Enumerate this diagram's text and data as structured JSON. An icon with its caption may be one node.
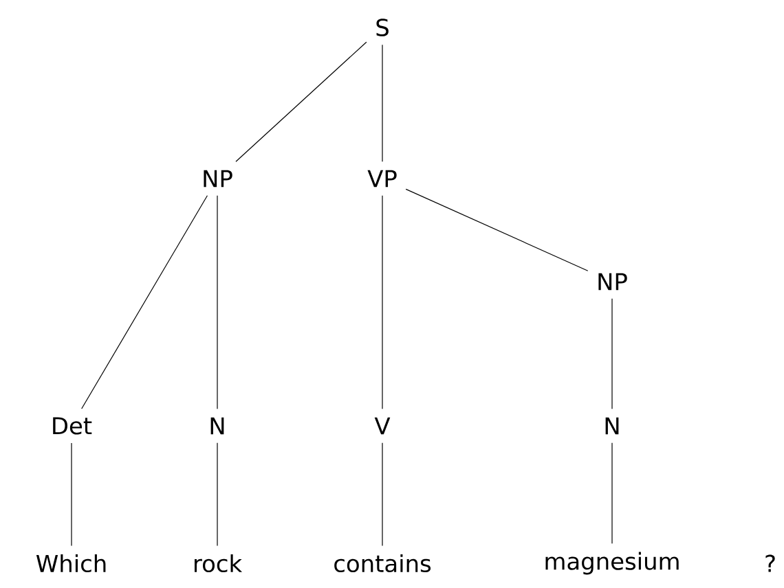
{
  "diagram": {
    "nodes": [
      {
        "text": [
          "S"
        ]
      },
      {
        "text": [
          "NP"
        ]
      },
      {
        "text": [
          "VP"
        ]
      },
      {
        "text": [
          "NP"
        ]
      },
      {
        "text": [
          "Det"
        ]
      },
      {
        "text": [
          "N"
        ]
      },
      {
        "text": [
          "V"
        ]
      },
      {
        "text": [
          "N"
        ]
      },
      {
        "text": [
          "Which"
        ]
      },
      {
        "text": [
          "rock"
        ]
      },
      {
        "text": [
          "contains"
        ]
      },
      {
        "text": [
          "magnesium"
        ]
      }
    ],
    "edges": [
      {
        "from": 0,
        "to": 1,
        "arrow": "none"
      },
      {
        "from": 0,
        "to": 2,
        "arrow": "none"
      },
      {
        "from": 1,
        "to": 4,
        "arrow": "none"
      },
      {
        "from": 1,
        "to": 5,
        "arrow": "none"
      },
      {
        "from": 2,
        "to": 6,
        "arrow": "none"
      },
      {
        "from": 2,
        "to": 3,
        "arrow": "none"
      },
      {
        "from": 3,
        "to": 7,
        "arrow": "none"
      },
      {
        "from": 4,
        "to": 8,
        "arrow": "none"
      },
      {
        "from": 5,
        "to": 9,
        "arrow": "none"
      },
      {
        "from": 6,
        "to": 10,
        "arrow": "none"
      },
      {
        "from": 7,
        "to": 11,
        "arrow": "none"
      }
    ],
    "labels": [
      "?"
    ]
  }
}
